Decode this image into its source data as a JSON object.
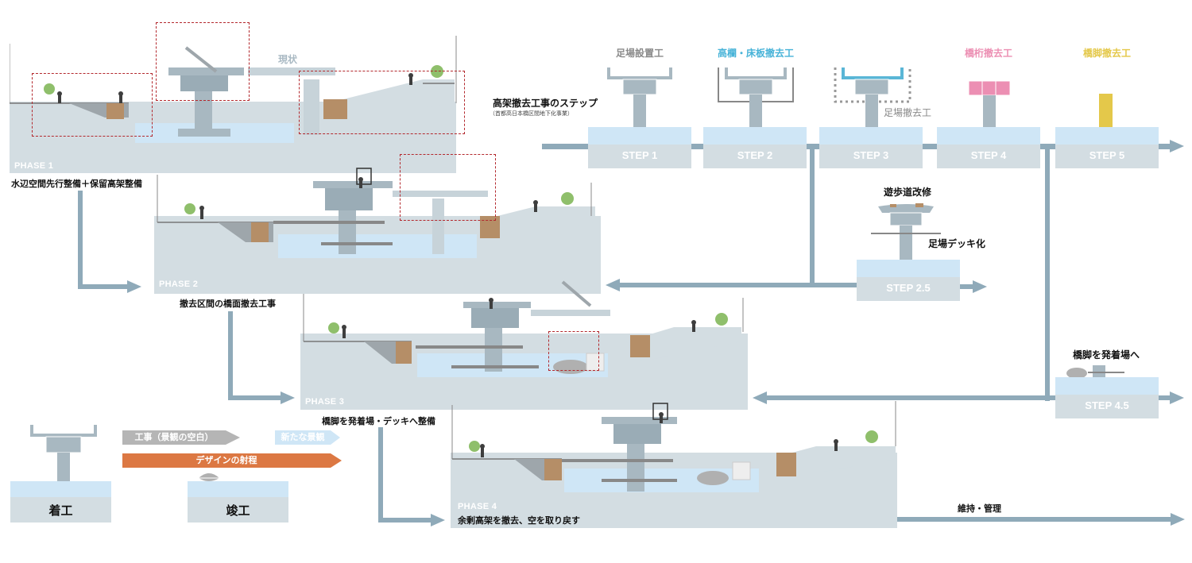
{
  "colors": {
    "ground": "#d3dde2",
    "water": "#cfe6f6",
    "flow_arrow": "#8faab9",
    "pier": "#a8b8c1",
    "highlight_dash": "#b3282d",
    "step2_cyan": "#47b3d8",
    "step4_pink": "#ec8fb3",
    "step5_yellow": "#e4c84a",
    "construction_gray": "#b5b5b5",
    "new_landscape_blue": "#cfe6f6",
    "design_orange": "#dc7843"
  },
  "phases": [
    {
      "label": "PHASE 1",
      "caption": "水辺空間先行整備＋保留高架整備",
      "overlay_label": "現状"
    },
    {
      "label": "PHASE 2",
      "caption": "撤去区間の橋面撤去工事"
    },
    {
      "label": "PHASE 3",
      "caption": "橋脚を発着場・デッキへ整備"
    },
    {
      "label": "PHASE 4",
      "caption": "余剰高架を撤去、空を取り戻す"
    }
  ],
  "steps_header": {
    "title": "高架撤去工事のステップ",
    "subtitle": "（首都高日本橋区間地下化事業）"
  },
  "steps": [
    {
      "label": "STEP 1",
      "title": "足場設置工",
      "icon": "pier-with-scaffold-icon"
    },
    {
      "label": "STEP 2",
      "title": "高欄・床板撤去工",
      "icon": "pier-deck-removal-icon"
    },
    {
      "label": "STEP 3",
      "title": "",
      "side_note": "足場撤去工",
      "icon": "pier-scaffold-removal-icon"
    },
    {
      "label": "STEP 4",
      "title": "橋桁撤去工",
      "icon": "girder-removal-icon"
    },
    {
      "label": "STEP 5",
      "title": "橋脚撤去工",
      "icon": "pier-removal-icon"
    }
  ],
  "branch_steps": [
    {
      "label": "STEP 2.5",
      "title": "遊歩道改修",
      "side_note": "足場デッキ化"
    },
    {
      "label": "STEP 4.5",
      "title": "橋脚を発着場へ"
    }
  ],
  "maintenance_label": "維持・管理",
  "legend": {
    "start_label": "着工",
    "end_label": "竣工",
    "construction_label": "工事（景観の空白）",
    "new_landscape_label": "新たな景観",
    "design_range_label": "デザインの射程"
  }
}
